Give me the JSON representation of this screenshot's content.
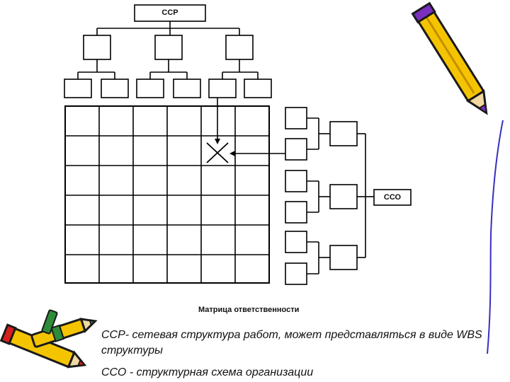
{
  "wbs_root_label": "ССР",
  "obs_root_label": "ССО",
  "matrix_caption": "Матрица ответственности",
  "notes": [
    "ССР- сетевая структура работ, может представляться в виде WBS структуры",
    "ССО - структурная схема организации"
  ],
  "colors": {
    "pencil_body": "#f5c400",
    "pencil_outline": "#1a1a1a",
    "pencil_tip_lead": "#7b2fbf",
    "pencil_band_red": "#d81e1e",
    "pencil_band_green": "#2e8b3a",
    "accent_line": "#3a2fbf"
  },
  "icons": [
    "pencil-icon",
    "pencils-icon"
  ]
}
